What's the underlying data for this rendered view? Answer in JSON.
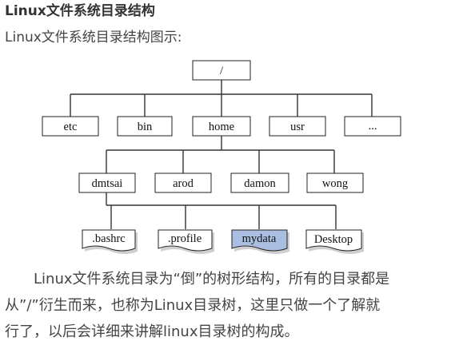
{
  "article": {
    "title": "Linux文件系统目录结构",
    "subtitle": "Linux文件系统目录结构图示:",
    "paragraph_lines": [
      "Linux文件系统目录为“倒”的树形结构，所有的目录都是",
      "从”/”衍生而来，也称为Linux目录树，这里只做一个了解就",
      "行了，以后会详细来讲解linux目录树的构成。"
    ]
  },
  "tree": {
    "root": "/",
    "level1": [
      "etc",
      "bin",
      "home",
      "usr",
      "..."
    ],
    "level2": [
      "dmtsai",
      "arod",
      "damon",
      "wong"
    ],
    "level3": [
      ".bashrc",
      ".profile",
      "mydata",
      "Desktop"
    ],
    "highlight": "mydata",
    "highlight_color": "#a9bee0"
  }
}
